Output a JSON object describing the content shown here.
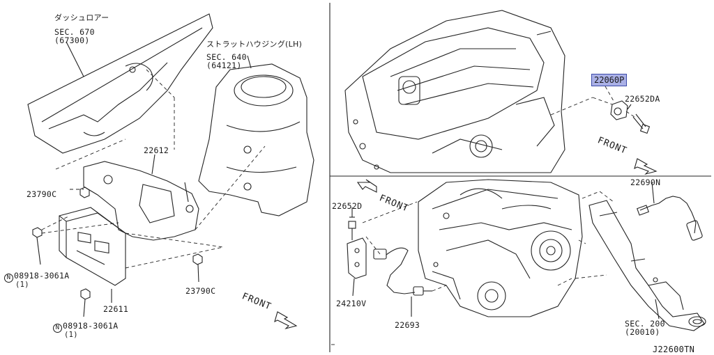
{
  "drawing_id": "J22600TN",
  "left_panel": {
    "dash_lower": {
      "jp": "ダッシュロアー",
      "sec": "SEC. 670",
      "code": "(67300)"
    },
    "strut_housing": {
      "jp": "ストラットハウジング(LH)",
      "sec": "SEC. 640",
      "code": "(64121)"
    },
    "parts": {
      "bracket": "22612",
      "nut_left": "23790C",
      "nut_right": "23790C",
      "ecm": "22611",
      "bolt_a": {
        "circle": "N",
        "number": "08918-3061A",
        "qty": "(1)"
      },
      "bolt_b": {
        "circle": "N",
        "number": "08918-3061A",
        "qty": "(1)"
      }
    },
    "front_label": "FRONT"
  },
  "upper_right_panel": {
    "highlighted_part": "22060P",
    "bolt": "22652DA",
    "front_label": "FRONT"
  },
  "lower_right_panel": {
    "bolt": "22652D",
    "bracket": "24210V",
    "sensor_front": "22693",
    "sensor_rear": "22690N",
    "exhaust": {
      "sec": "SEC. 200",
      "code": "(20010)"
    },
    "front_label": "FRONT"
  }
}
